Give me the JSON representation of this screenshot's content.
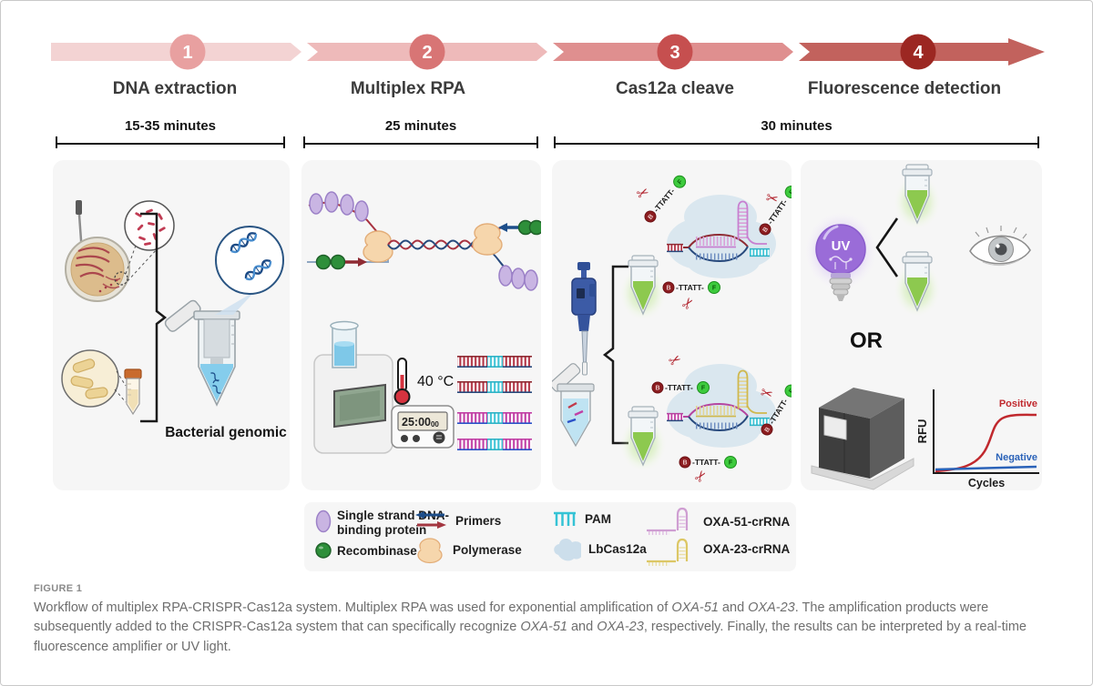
{
  "timeline": {
    "steps": [
      {
        "num": "1",
        "label": "DNA extraction"
      },
      {
        "num": "2",
        "label": "Multiplex RPA"
      },
      {
        "num": "3",
        "label": "Cas12a cleave"
      },
      {
        "num": "4",
        "label": "Fluorescence detection"
      }
    ]
  },
  "durations": [
    {
      "label": "15-35 minutes"
    },
    {
      "label": "25 minutes"
    },
    {
      "label": "30 minutes"
    }
  ],
  "colors": {
    "segment1": "#f3d3d3",
    "segment2": "#eebaba",
    "segment3": "#df8f8f",
    "segment4": "#c2625d",
    "circle1": "#e8a0a0",
    "circle2": "#d87575",
    "circle3": "#c64f4f",
    "circle4": "#9c2722",
    "positive": "#c0282d",
    "negative": "#2a62b8",
    "fluorescence_green": "#8dc94f",
    "uv_purple": "#9a6cd8"
  },
  "icons": {
    "scissors": "✂"
  },
  "dna_extraction": {
    "caption": "Bacterial genomic"
  },
  "rpa": {
    "temperature": "40 °C",
    "timer_main": "25:00",
    "timer_sub": "00"
  },
  "cas12a": {
    "reporter": {
      "quencher": "B",
      "sequence": "-TTATT-",
      "fluorophore": "F"
    }
  },
  "detection": {
    "uv_label": "UV",
    "or_label": "OR",
    "chart": {
      "ylabel": "RFU",
      "xlabel": "Cycles",
      "positive_label": "Positive",
      "negative_label": "Negative"
    }
  },
  "legend": {
    "ssb_line1": "Single strand DNA-",
    "ssb_line2": "binding protein",
    "recombinase": "Recombinase",
    "primers": "Primers",
    "polymerase": "Polymerase",
    "pam": "PAM",
    "lbcas12a": "LbCas12a",
    "oxa51": "OXA-51-crRNA",
    "oxa23": "OXA-23-crRNA"
  },
  "caption": {
    "label": "FIGURE 1",
    "p1": "Workflow of multiplex RPA-CRISPR-Cas12a system. Multiplex RPA was used for exponential amplification of ",
    "i1": "OXA-51",
    "p2": " and ",
    "i2": "OXA-23",
    "p3": ". The amplification products were subsequently added to the CRISPR-Cas12a system that can specifically recognize ",
    "i3": "OXA-51",
    "p4": " and ",
    "i4": "OXA-23",
    "p5": ", respectively. Finally, the results can be interpreted by a real-time fluorescence amplifier or UV light."
  }
}
